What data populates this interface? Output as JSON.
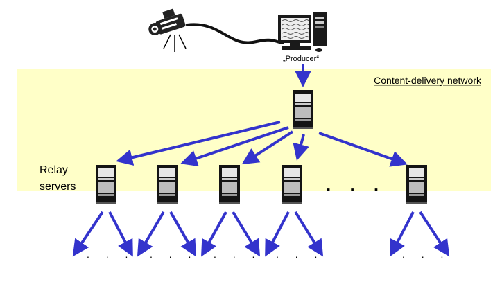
{
  "labels": {
    "producer": "„Producer“",
    "network": "Content-delivery network",
    "relay_line1": "Relay",
    "relay_line2": "servers",
    "dots_between_relays": ". . .",
    "dots_below": ". . ."
  },
  "colors": {
    "band": "#ffffc8",
    "arrow": "#3333cc",
    "server_dark": "#141414",
    "server_light": "#e0e0e0",
    "text": "#000000"
  },
  "icons": {
    "camera": "video-camera-icon",
    "producer": "desktop-computer-icon",
    "server": "server-tower-icon"
  }
}
